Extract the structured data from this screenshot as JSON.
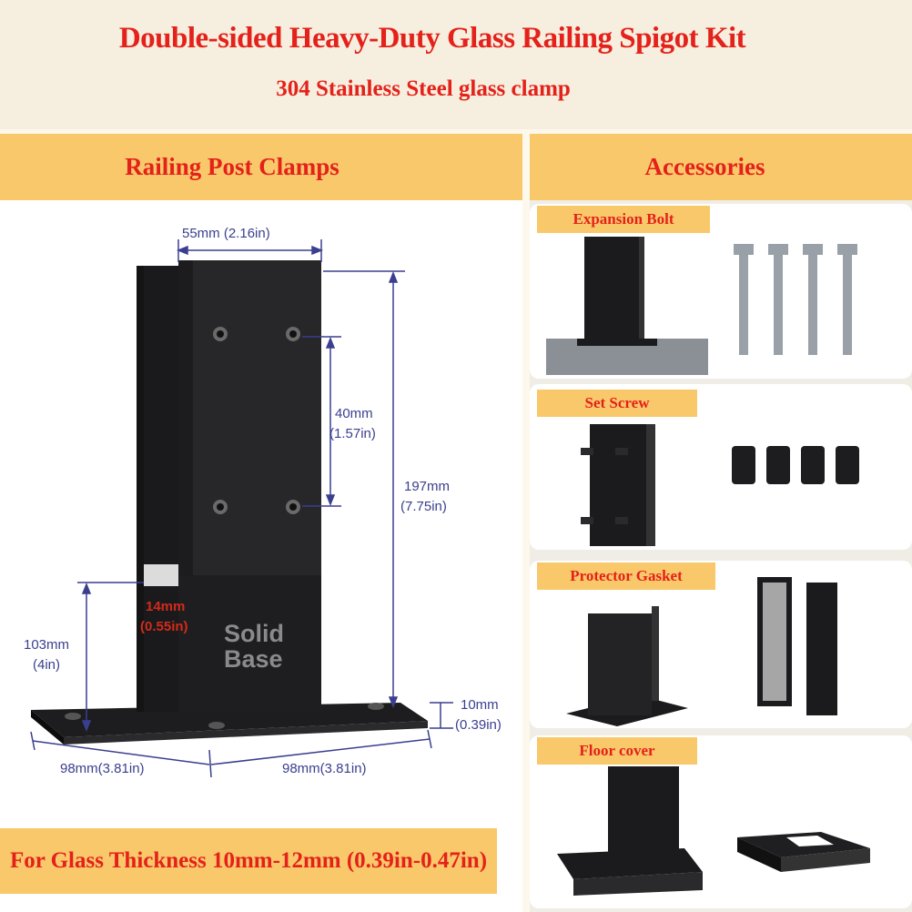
{
  "header": {
    "title": "Double-sided Heavy-Duty Glass Railing Spigot Kit",
    "subtitle": "304 Stainless Steel glass clamp"
  },
  "sections": {
    "left_title": "Railing Post Clamps",
    "right_title": "Accessories"
  },
  "product": {
    "logo_line1": "Solid",
    "logo_line2": "Base"
  },
  "dimensions": {
    "width_top": "55mm (2.16in)",
    "hole_spacing_1": "40mm",
    "hole_spacing_2": "(1.57in)",
    "height_1": "197mm",
    "height_2": "(7.75in)",
    "slot_1": "14mm",
    "slot_2": "(0.55in)",
    "base_height_1": "103mm",
    "base_height_2": "(4in)",
    "plate_1": "10mm",
    "plate_2": "(0.39in)",
    "base_left": "98mm(3.81in)",
    "base_right": "98mm(3.81in)"
  },
  "accessories": [
    {
      "label": "Expansion Bolt"
    },
    {
      "label": "Set Screw"
    },
    {
      "label": "Protector Gasket"
    },
    {
      "label": "Floor cover"
    }
  ],
  "footer": {
    "text": "For Glass Thickness 10mm-12mm (0.39in-0.47in)"
  },
  "colors": {
    "accent_red": "#e4211a",
    "band_orange": "#f9c86a",
    "dimension_blue": "#3a3f8f"
  }
}
